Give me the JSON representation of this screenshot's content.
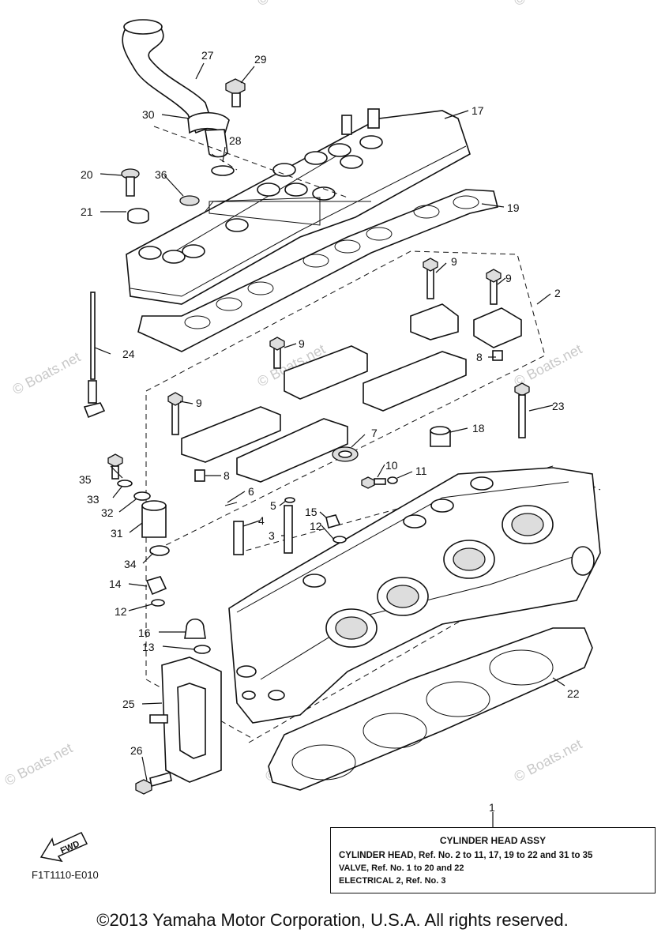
{
  "callouts": {
    "c1": "1",
    "c2": "2",
    "c3": "3",
    "c4": "4",
    "c5": "5",
    "c6": "6",
    "c7": "7",
    "c8a": "8",
    "c8b": "8",
    "c9a": "9",
    "c9b": "9",
    "c9c": "9",
    "c9d": "9",
    "c10": "10",
    "c11": "11",
    "c12a": "12",
    "c12b": "12",
    "c13": "13",
    "c14": "14",
    "c15": "15",
    "c16": "16",
    "c17": "17",
    "c18": "18",
    "c19": "19",
    "c20": "20",
    "c21": "21",
    "c22": "22",
    "c23": "23",
    "c24": "24",
    "c25": "25",
    "c26": "26",
    "c27": "27",
    "c28": "28",
    "c29": "29",
    "c30": "30",
    "c31": "31",
    "c32": "32",
    "c33": "33",
    "c34": "34",
    "c35": "35",
    "c36": "36"
  },
  "watermarks": [
    "© Boats.net",
    "© Boats.net",
    "© Boats.net",
    "© Boats.net",
    "© Boats.net",
    "© Boats.net",
    "© Boats.net",
    "© Boats.net"
  ],
  "assy": {
    "title": "CYLINDER HEAD ASSY",
    "line1": "CYLINDER HEAD, Ref. No. 2 to 11, 17, 19 to 22 and 31 to 35",
    "line2": "VALVE, Ref. No. 1 to 20 and 22",
    "line3": "ELECTRICAL 2, Ref. No. 3"
  },
  "fwd_label": "FWD",
  "drawing_code": "F1T1110-E010",
  "copyright": "©2013 Yamaha Motor Corporation, U.S.A. All rights reserved."
}
